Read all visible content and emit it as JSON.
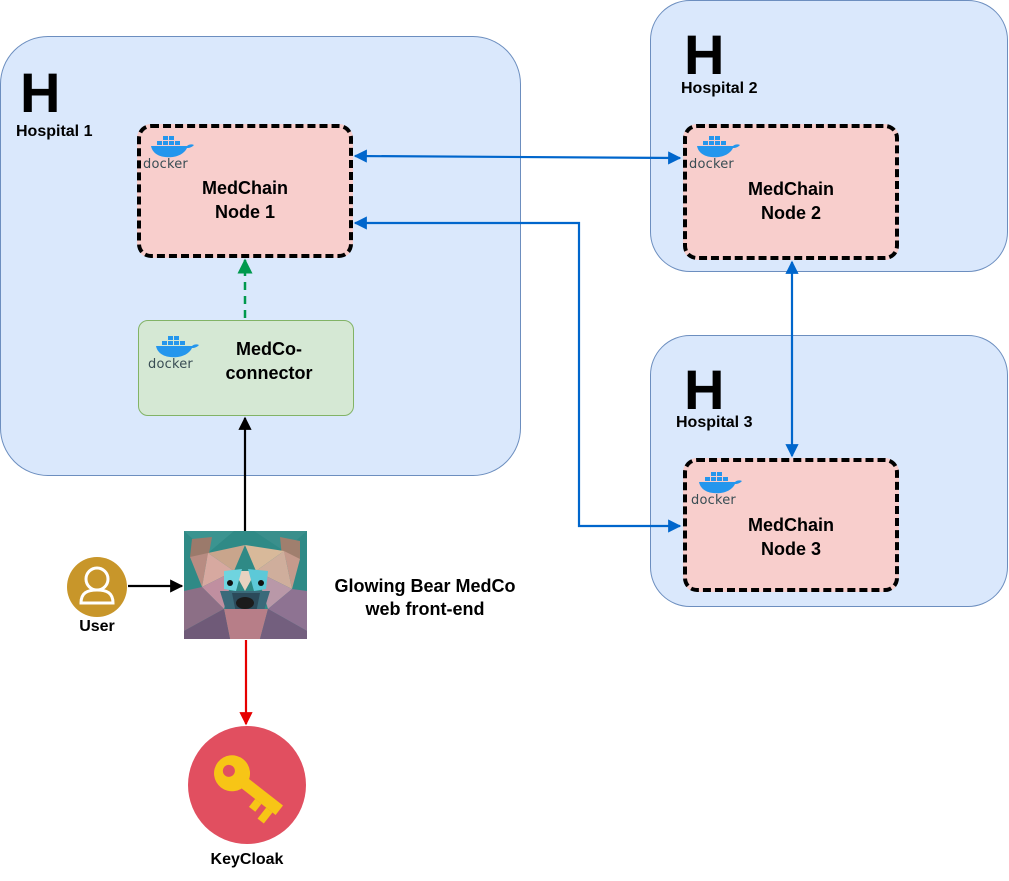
{
  "hospitals": [
    {
      "letter": "H",
      "name": "Hospital 1"
    },
    {
      "letter": "H",
      "name": "Hospital 2"
    },
    {
      "letter": "H",
      "name": "Hospital 3"
    }
  ],
  "nodes": [
    {
      "line1": "MedChain",
      "line2": "Node 1"
    },
    {
      "line1": "MedChain",
      "line2": "Node 2"
    },
    {
      "line1": "MedChain",
      "line2": "Node 3"
    }
  ],
  "connector": {
    "line1": "MedCo-",
    "line2": "connector"
  },
  "docker_word": "docker",
  "frontend": {
    "line1": "Glowing Bear MedCo",
    "line2": "web front-end"
  },
  "user_label": "User",
  "keycloak_label": "KeyCloak",
  "colors": {
    "hospital_fill": "#dae8fc",
    "hospital_stroke": "#6c8ebf",
    "node_fill": "#f8cecc",
    "connector_fill": "#d5e8d4",
    "connector_stroke": "#82b366",
    "link_blue": "#0066cc",
    "link_green": "#00994d",
    "link_red": "#e60000",
    "user_icon": "#c8962a",
    "keycloak_circle": "#e14f60",
    "key": "#f7c516"
  },
  "icons": [
    "hospital-h-icon",
    "docker-whale-icon",
    "polar-bear-logo",
    "user-icon",
    "key-icon"
  ]
}
